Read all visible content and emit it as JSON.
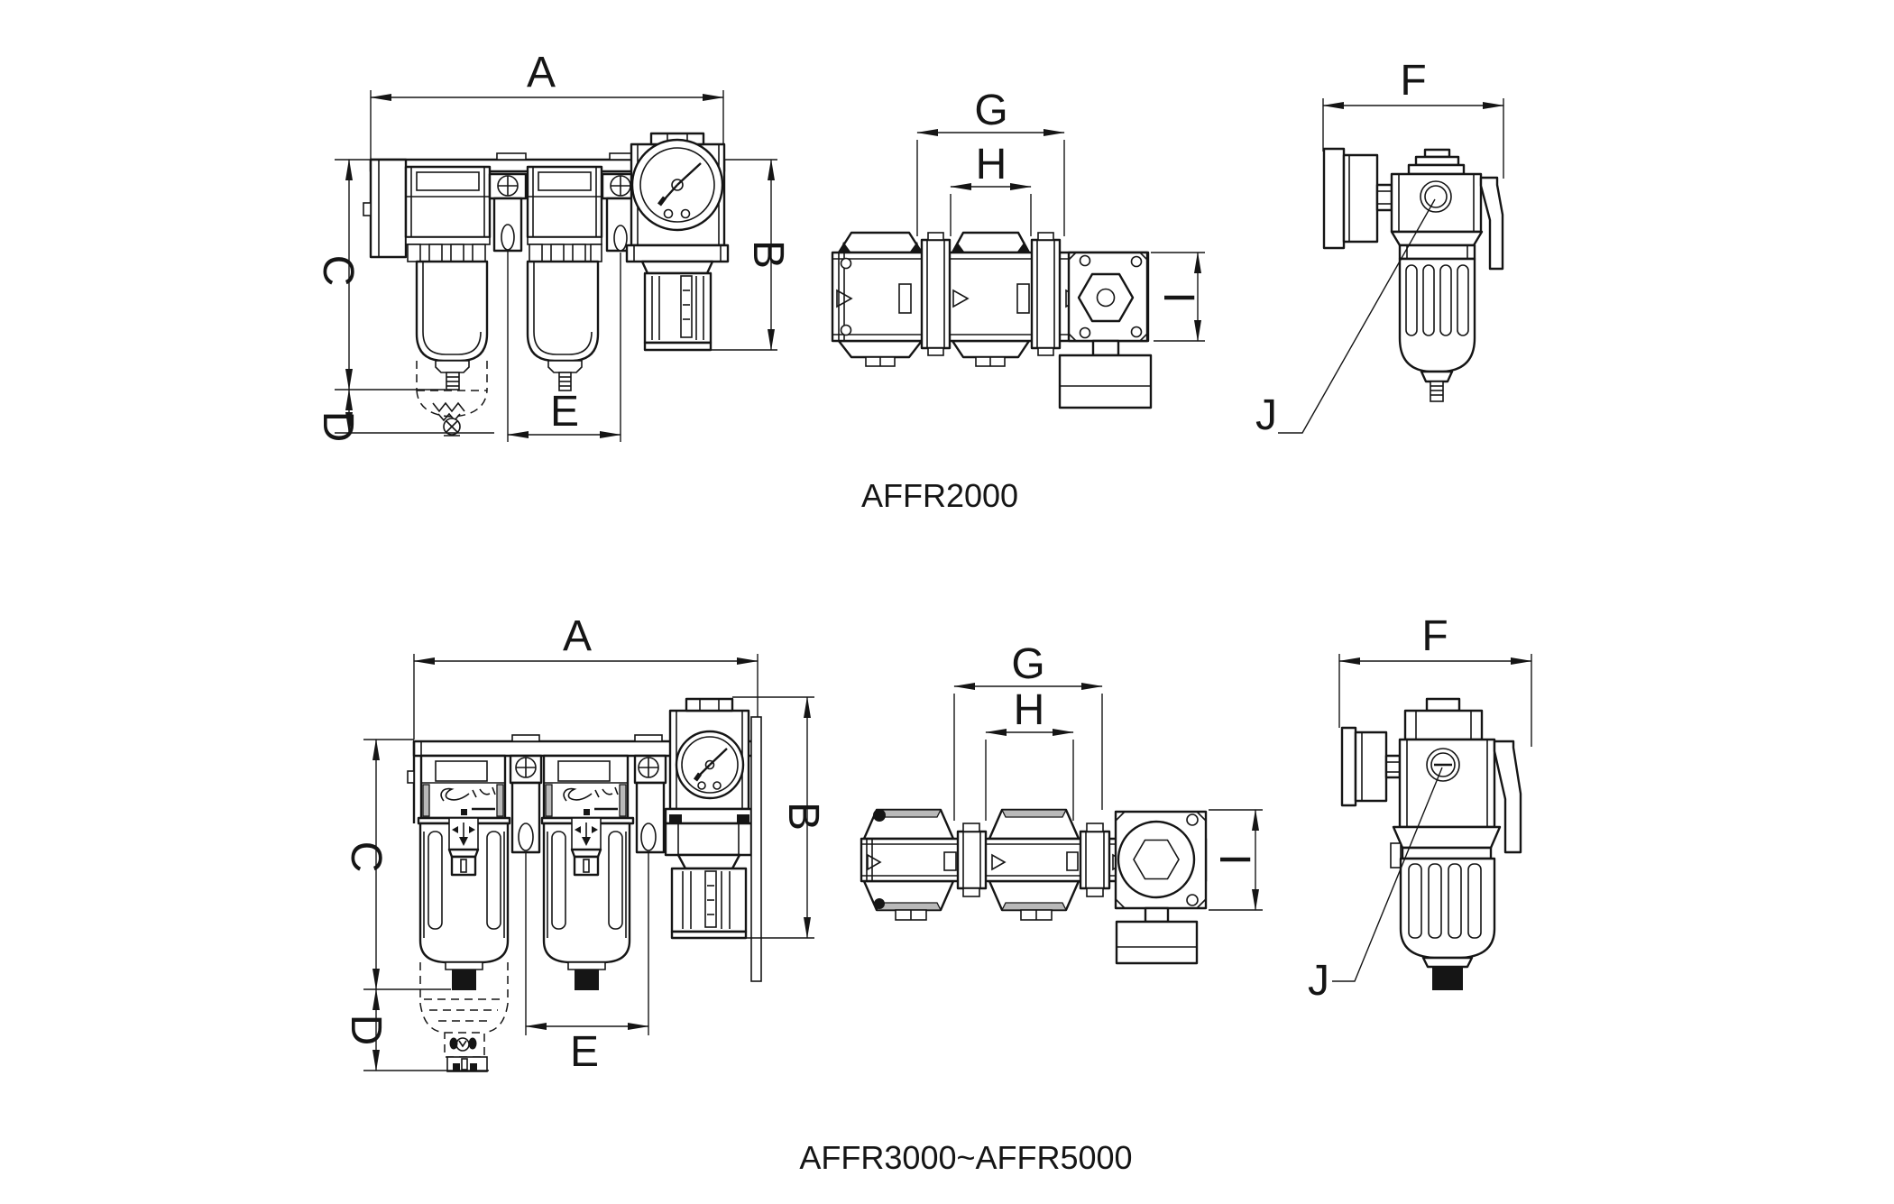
{
  "drawing": {
    "background": "#ffffff",
    "ink": "#151515",
    "rows": [
      {
        "caption": "AFFR2000",
        "front": {
          "dim_a": "A",
          "dim_b": "B",
          "dim_c": "C",
          "dim_d": "D",
          "dim_e": "E"
        },
        "top": {
          "dim_g": "G",
          "dim_h": "H",
          "dim_i": "I"
        },
        "side": {
          "dim_f": "F",
          "dim_j": "J"
        }
      },
      {
        "caption": "AFFR3000~AFFR5000",
        "front": {
          "dim_a": "A",
          "dim_b": "B",
          "dim_c": "C",
          "dim_d": "D",
          "dim_e": "E"
        },
        "top": {
          "dim_g": "G",
          "dim_h": "H",
          "dim_i": "I"
        },
        "side": {
          "dim_f": "F",
          "dim_j": "J"
        }
      }
    ]
  }
}
